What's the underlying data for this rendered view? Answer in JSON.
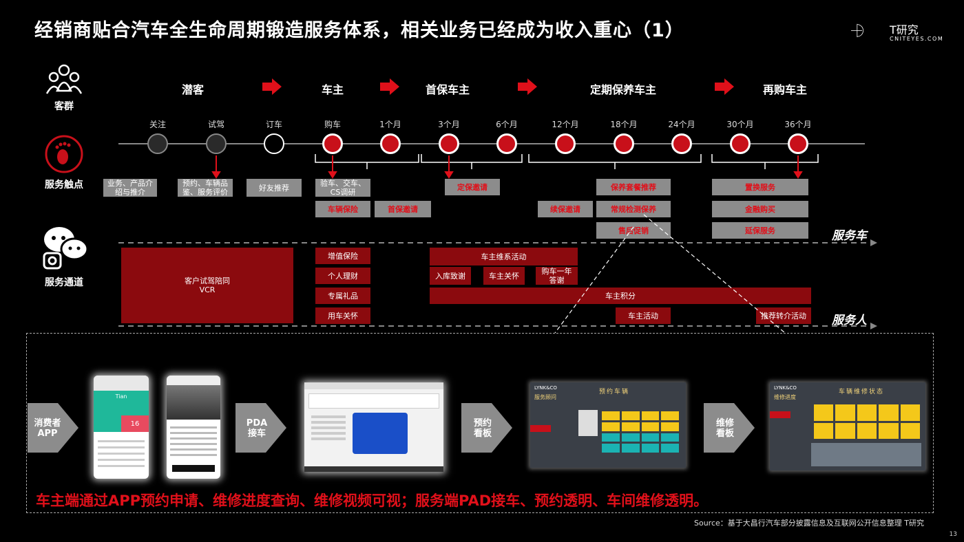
{
  "title": "经销商贴合汽车全生命周期锻造服务体系，相关业务已经成为收入重心（1）",
  "logo": {
    "name": "T研究",
    "sub": "CNITEYES.COM"
  },
  "rows": {
    "customer": "客群",
    "touch": "服务触点",
    "channel": "服务通道"
  },
  "stages": [
    "潜客",
    "车主",
    "首保车主",
    "定期保养车主",
    "再购车主"
  ],
  "timepoints": [
    "关注",
    "试驾",
    "订车",
    "购车",
    "1个月",
    "3个月",
    "6个月",
    "12个月",
    "18个月",
    "24个月",
    "30个月",
    "36个月"
  ],
  "touch_boxes": {
    "b1": "业务、产品介绍与推介",
    "b2": "预约、车辆品鉴、服务评价",
    "b3": "好友推荐",
    "b4": "验车、交车、CS调研",
    "b5": "车辆保险",
    "b6": "首保邀请",
    "b7": "定保邀请",
    "b8": "续保邀请",
    "b9": "保养套餐推荐",
    "b10": "常规检测保养",
    "b11": "售后促销",
    "b12": "置换服务",
    "b13": "金融购买",
    "b14": "延保服务"
  },
  "lanes": {
    "car": "服务车",
    "person": "服务人"
  },
  "channel_boxes": {
    "vcr": "客户试驾陪同\nVCR",
    "c1": "增值保险",
    "c2": "个人理财",
    "c3": "专属礼品",
    "c4": "用车关怀",
    "c5": "车主维系活动",
    "c6": "入库致谢",
    "c7": "车主关怀",
    "c8": "购车一年\n答谢",
    "c9": "车主积分",
    "c10": "车主活动",
    "c11": "推荐转介活动"
  },
  "chevrons": {
    "app": "消费者\nAPP",
    "pda": "PDA\n接车",
    "booking": "预约\n看板",
    "repair": "维修\n看板"
  },
  "screens": {
    "phone1_name": "Tian",
    "phone1_num": "16",
    "booking_title": "预约车辆",
    "booking_sub": "服务顾问",
    "booking_brand": "LYNK&CO",
    "repair_title": "车辆维修状态",
    "repair_sub": "维修进度",
    "repair_brand": "LYNK&CO"
  },
  "bottom_text": "车主端通过APP预约申请、维修进度查询、维修视频可视；服务端PAD接车、预约透明、车间维修透明。",
  "source": "Source：基于大昌行汽车部分披露信息及互联网公开信息整理 T研究",
  "page_number": "13",
  "colors": {
    "accent": "#c8101a",
    "dark_red": "#8b0a0e",
    "grey_box": "#8c8c8c"
  }
}
